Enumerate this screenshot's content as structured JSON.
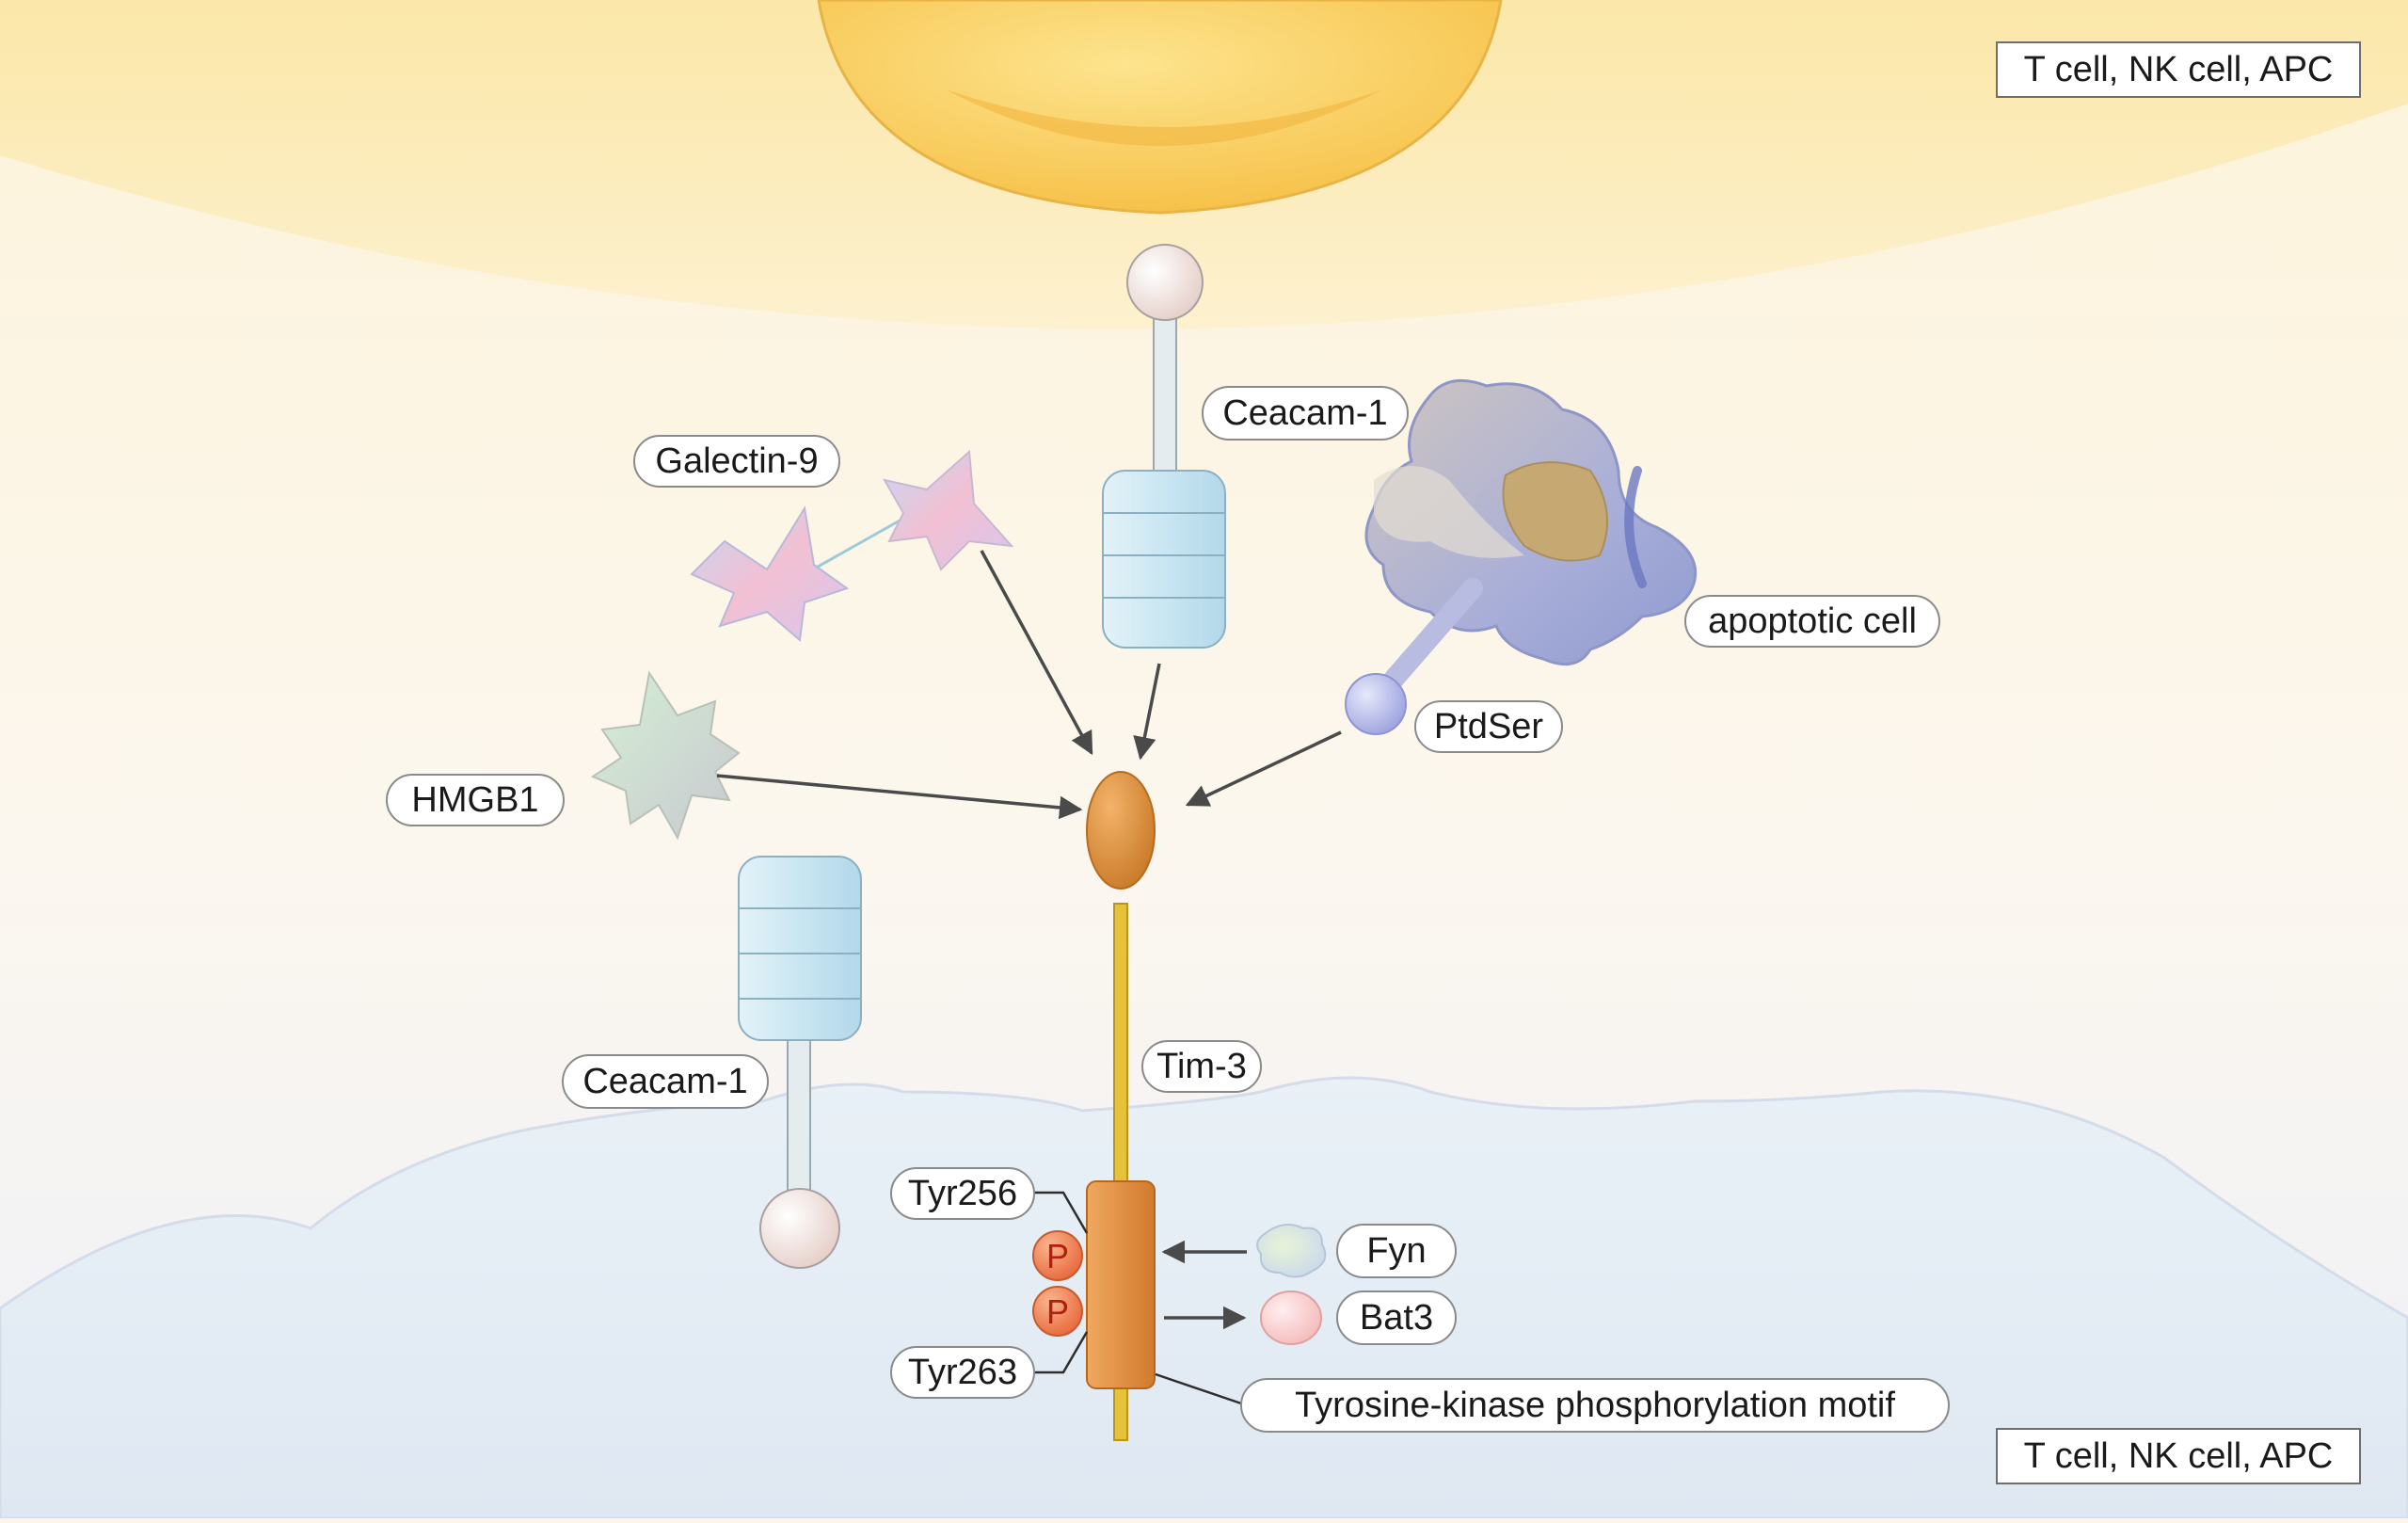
{
  "cell_labels": {
    "top": "T cell, NK cell, APC",
    "bottom": "T cell, NK cell, APC"
  },
  "labels": {
    "ceacam_top": "Ceacam-1",
    "galectin": "Galectin-9",
    "apoptotic": "apoptotic cell",
    "ptdser": "PtdSer",
    "hmgb1": "HMGB1",
    "ceacam_bottom": "Ceacam-1",
    "tim3": "Tim-3",
    "tyr256": "Tyr256",
    "tyr263": "Tyr263",
    "fyn": "Fyn",
    "bat3": "Bat3",
    "motif": "Tyrosine-kinase phosphorylation motif"
  },
  "phospho": {
    "p1": "P",
    "p2": "P"
  },
  "colors": {
    "top_cell": "#fbd874",
    "bottom_cell": "#e4eef6",
    "tim3": "#d98a3a",
    "ceacam": "#cfe8f2",
    "phospho": "#f0835e"
  }
}
